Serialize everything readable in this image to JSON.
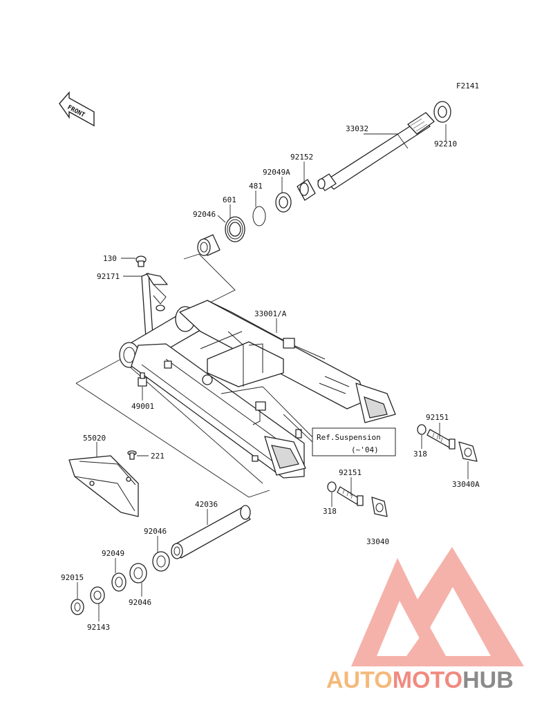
{
  "figure_code": "F2141",
  "front_label": "FRONT",
  "callouts": {
    "p33032": "33032",
    "p92210": "92210",
    "p92152": "92152",
    "p92049A": "92049A",
    "p481": "481",
    "p601": "601",
    "p92046_top": "92046",
    "p130": "130",
    "p92171": "92171",
    "p33001A": "33001/A",
    "p49001": "49001",
    "p92151_right": "92151",
    "p318_right": "318",
    "p33040A": "33040A",
    "p92151_lower": "92151",
    "p318_lower": "318",
    "p33040": "33040",
    "p55020": "55020",
    "p221": "221",
    "p42036": "42036",
    "p92046_mid": "92046",
    "p92049": "92049",
    "p92015": "92015",
    "p92143": "92143",
    "p92046_bottom": "92046"
  },
  "reference_note": {
    "line1": "Ref.Suspension",
    "line2": "(~'04)"
  },
  "watermark": {
    "text_part1": "AUTO",
    "text_part2": "MOTO",
    "text_part3": "HUB",
    "color1": "#f5b97a",
    "color2": "#f08a80",
    "color3": "#8a8a8a",
    "logo_color": "#f08a80"
  }
}
